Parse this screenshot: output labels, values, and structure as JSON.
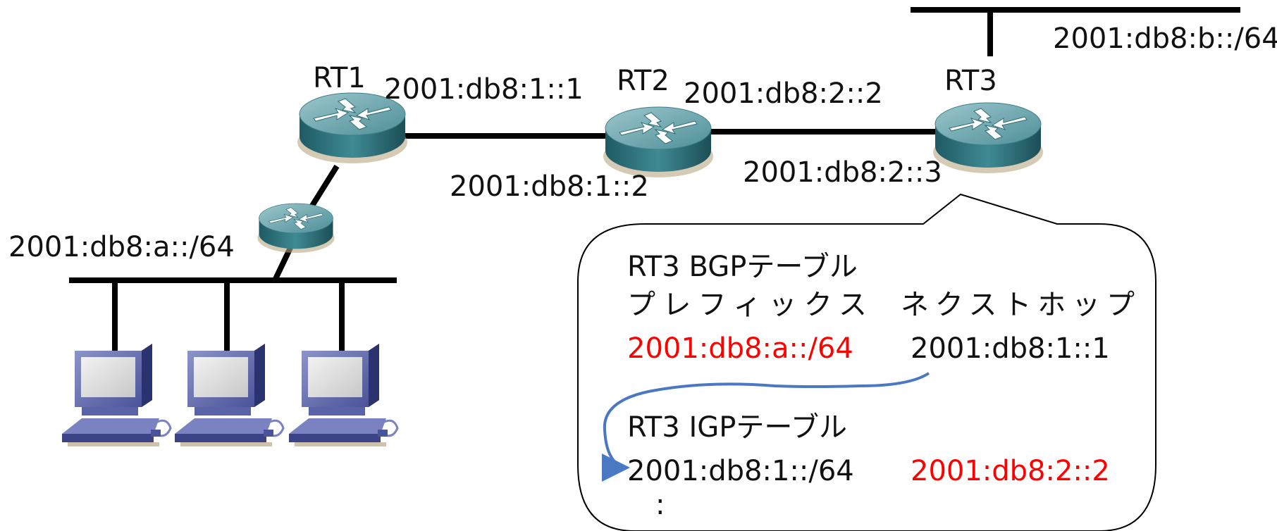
{
  "routers": {
    "rt1": "RT1",
    "rt2": "RT2",
    "rt3": "RT3"
  },
  "interfaces": {
    "rt1_rt2_rt1_side": "2001:db8:1::1",
    "rt1_rt2_rt2_side": "2001:db8:1::2",
    "rt2_rt3_rt2_side": "2001:db8:2::2",
    "rt2_rt3_rt3_side": "2001:db8:2::3"
  },
  "networks": {
    "lan_a": "2001:db8:a::/64",
    "lan_b": "2001:db8:b::/64"
  },
  "callout": {
    "bgp_title": "RT3 BGPテーブル",
    "col_prefix": "プレフィックス",
    "col_nexthop": "ネクストホップ",
    "bgp_prefix": "2001:db8:a::/64",
    "bgp_nexthop": "2001:db8:1::1",
    "igp_title": "RT3 IGPテーブル",
    "igp_prefix": "2001:db8:1::/64",
    "igp_nexthop": "2001:db8:2::2",
    "ellipsis": ":"
  },
  "colors": {
    "highlight": "#ff0000",
    "arrow": "#4a78c2",
    "router_body": "#2f7a86"
  }
}
